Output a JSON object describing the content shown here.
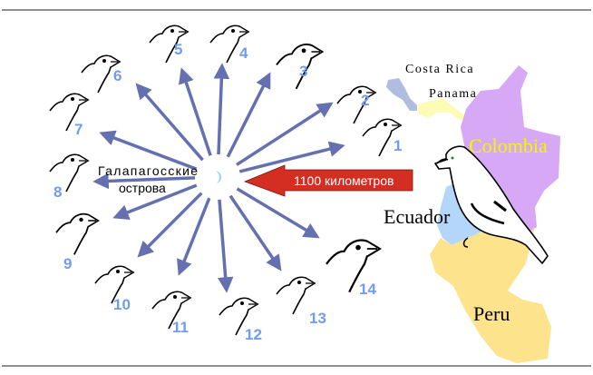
{
  "origin_label_line1": "Галапагосские",
  "origin_label_line2": "острова",
  "distance_label": "1100 километров",
  "countries": {
    "costa_rica": "Costa Rica",
    "panama": "Panama",
    "colombia": "Colombia",
    "ecuador": "Ecuador",
    "peru": "Peru"
  },
  "finch_numbers": [
    "1",
    "2",
    "3",
    "4",
    "5",
    "6",
    "7",
    "8",
    "9",
    "10",
    "11",
    "12",
    "13",
    "14"
  ],
  "colors": {
    "arrow": "#6470b0",
    "distance_arrow": "#d42e22",
    "number": "#6f9cf2",
    "colombia": "#d7a8f5",
    "colombia_text": "#f5f500",
    "ecuador": "#b3d6fa",
    "peru": "#fde38c",
    "panama": "#fdfcb6",
    "costa_rica": "#b0bde0"
  }
}
